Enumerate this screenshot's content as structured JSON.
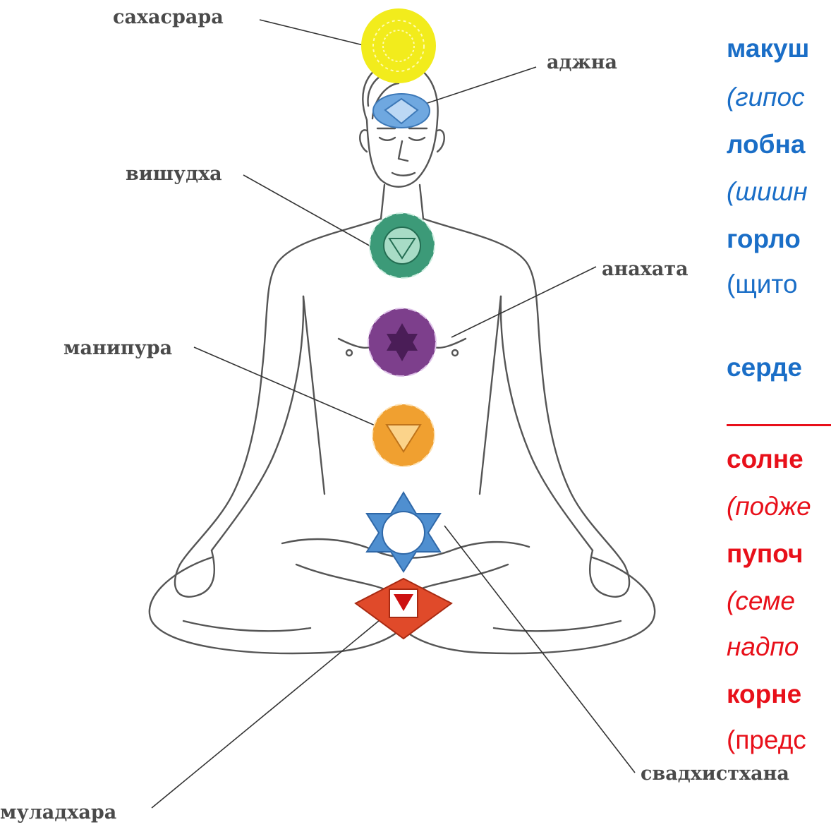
{
  "chakra_labels": {
    "sahasrara": "сахасрара",
    "ajna": "аджна",
    "vishuddha": "вишудха",
    "anahata": "анахата",
    "manipura": "манипура",
    "svadhisthana": "свадхистхана",
    "muladhara": "муладхара"
  },
  "chakra_colors": {
    "sahasrara": "#f2ec1c",
    "ajna": "#6fa8e0",
    "vishuddha": "#3c9a78",
    "anahata": "#7d3f8c",
    "manipura": "#f0a030",
    "svadhisthana": "#4f8fd0",
    "muladhara": "#e04a2a"
  },
  "side_text": {
    "line1": "макуш",
    "line2": "(гипос",
    "line3": "лобна",
    "line4": "(шишн",
    "line5": "горло",
    "line6": "(щито",
    "line7": "серде",
    "line8": "солне",
    "line9": "(подже",
    "line10": "пупоч",
    "line11": "(семе",
    "line12": "надпо",
    "line13": "корне",
    "line14": "(предс"
  },
  "text_colors": {
    "upper": "#1a6ec7",
    "lower": "#e8101a"
  }
}
